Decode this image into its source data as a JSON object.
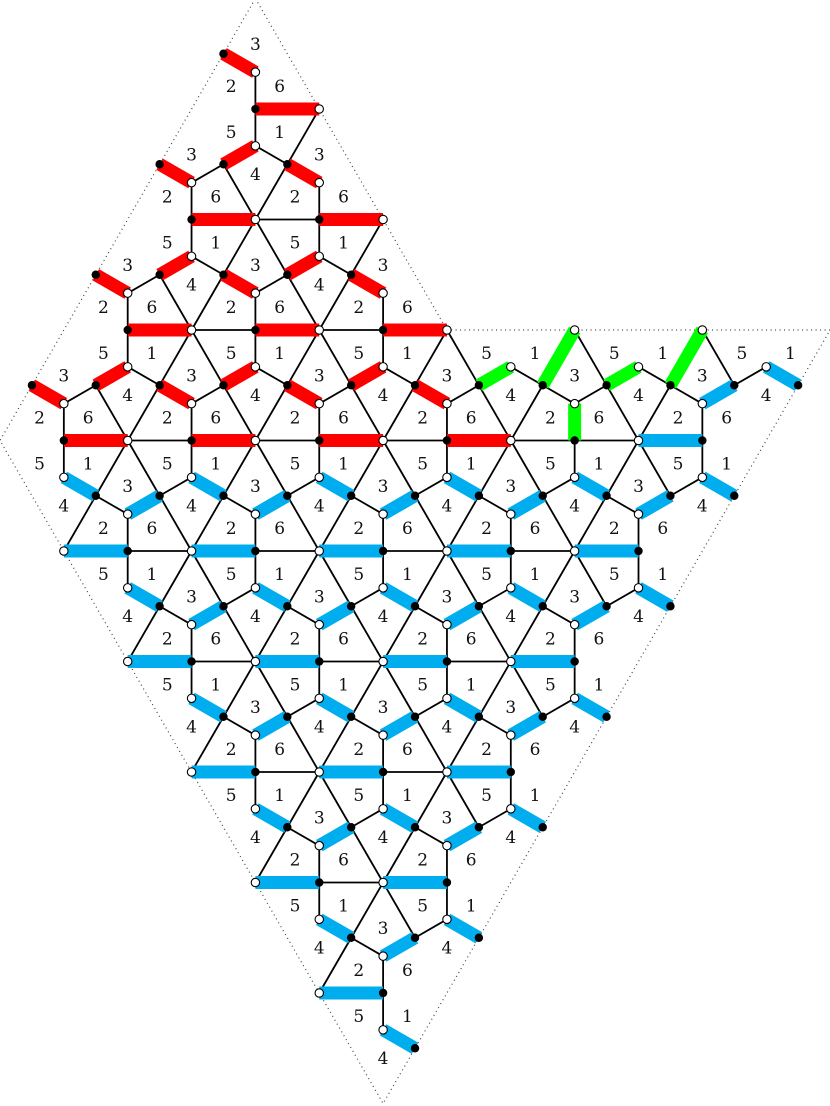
{
  "diagram": {
    "face_labels": {
      "up_bottom_left": "2",
      "up_bottom_right": "6",
      "up_top": "3",
      "down_top_left": "5",
      "down_top_right": "1",
      "down_bottom": "4"
    },
    "dimer_colors": {
      "red": "#ff0000",
      "blue": "#00aeef",
      "green": "#00ff00"
    },
    "vertex_colors": {
      "white": "#ffffff",
      "black": "#000000"
    },
    "edge_color": "#000000",
    "boundary_style": "dotted"
  }
}
